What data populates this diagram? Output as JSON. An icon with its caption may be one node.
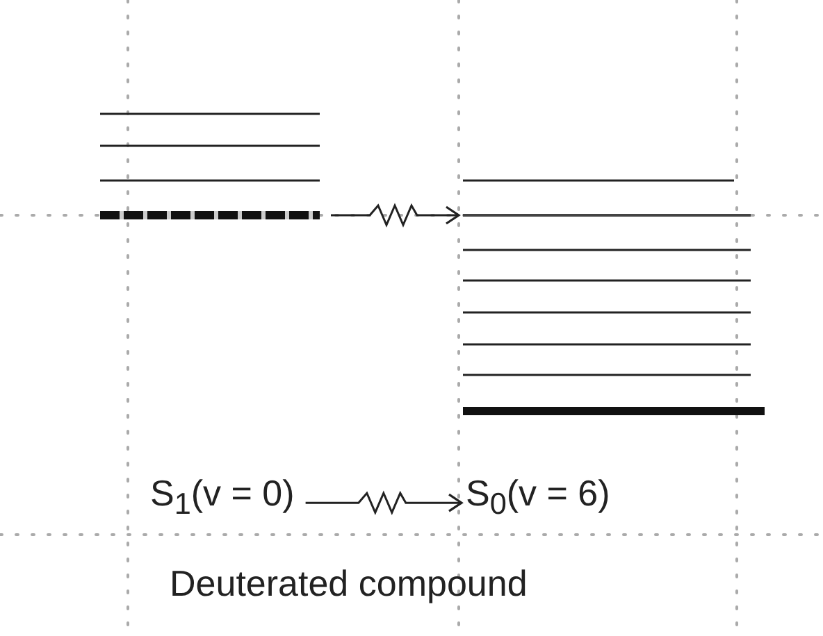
{
  "diagram": {
    "nodes": [
      {
        "text": [],
        "shape": "bar"
      },
      {
        "text": [],
        "shape": "bar"
      },
      {
        "text": [
          "S$_{1}$(v = 0)"
        ]
      },
      {
        "text": [
          "S$_{0}$(v = 6)"
        ]
      }
    ],
    "edges": [
      {
        "from": 0,
        "to": 1,
        "arrow": "to"
      },
      {
        "from": 2,
        "to": 3,
        "arrow": "to"
      }
    ],
    "labels": [
      "Deuterated compound"
    ]
  }
}
